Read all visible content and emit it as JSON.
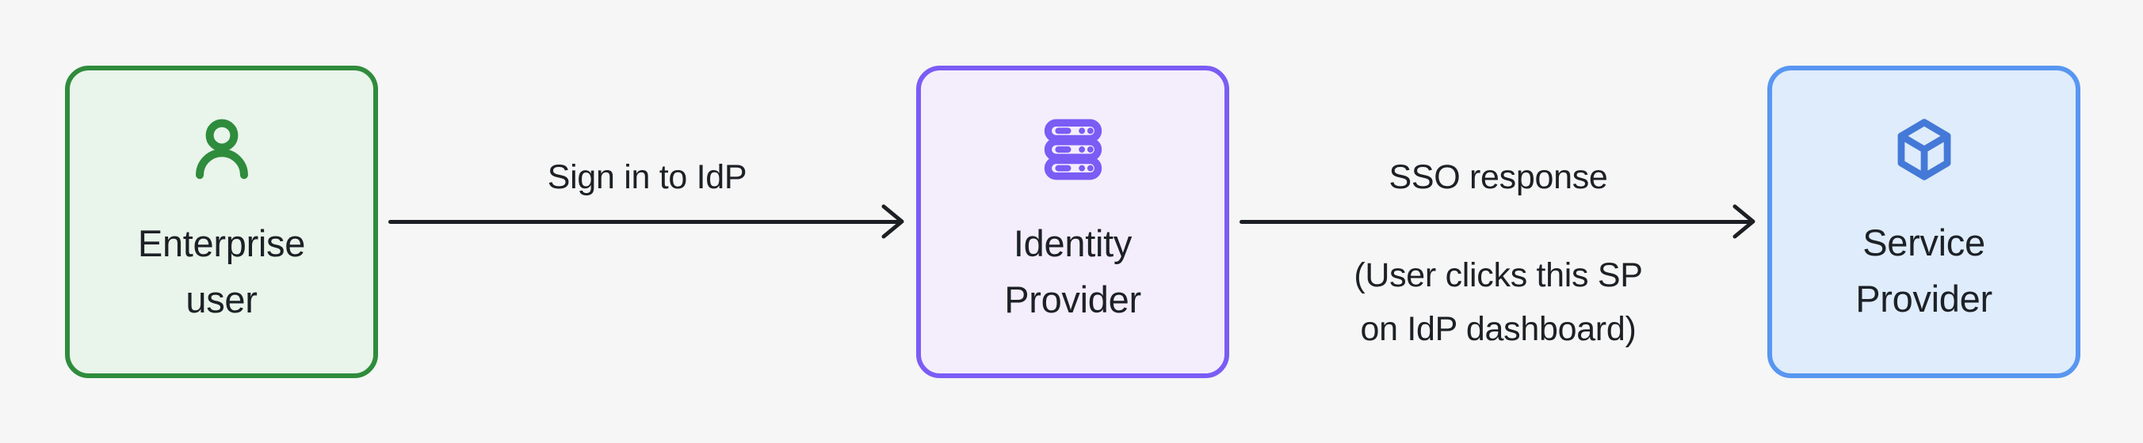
{
  "canvas": {
    "background": "#f5f6f5",
    "text_color": "#1d2126",
    "arrow_color": "#1c1f24"
  },
  "nodes": [
    {
      "label": "Enterprise\nuser",
      "icon": "user-icon",
      "colors": {
        "border": "#2f8c3c",
        "fill": "#e9f4ea",
        "icon": "#2f8c3c"
      }
    },
    {
      "label": "Identity\nProvider",
      "icon": "server-icon",
      "colors": {
        "border": "#7b5cf5",
        "fill": "#f4eefc",
        "icon": "#7b5cf5"
      }
    },
    {
      "label": "Service\nProvider",
      "icon": "cube-icon",
      "colors": {
        "border": "#5896f1",
        "fill": "#dfecfb",
        "icon": "#4479d8"
      }
    }
  ],
  "arrows": [
    {
      "label": "Sign in to IdP",
      "sublabel": ""
    },
    {
      "label": "SSO response",
      "sublabel": "(User clicks this SP\non IdP dashboard)"
    }
  ]
}
